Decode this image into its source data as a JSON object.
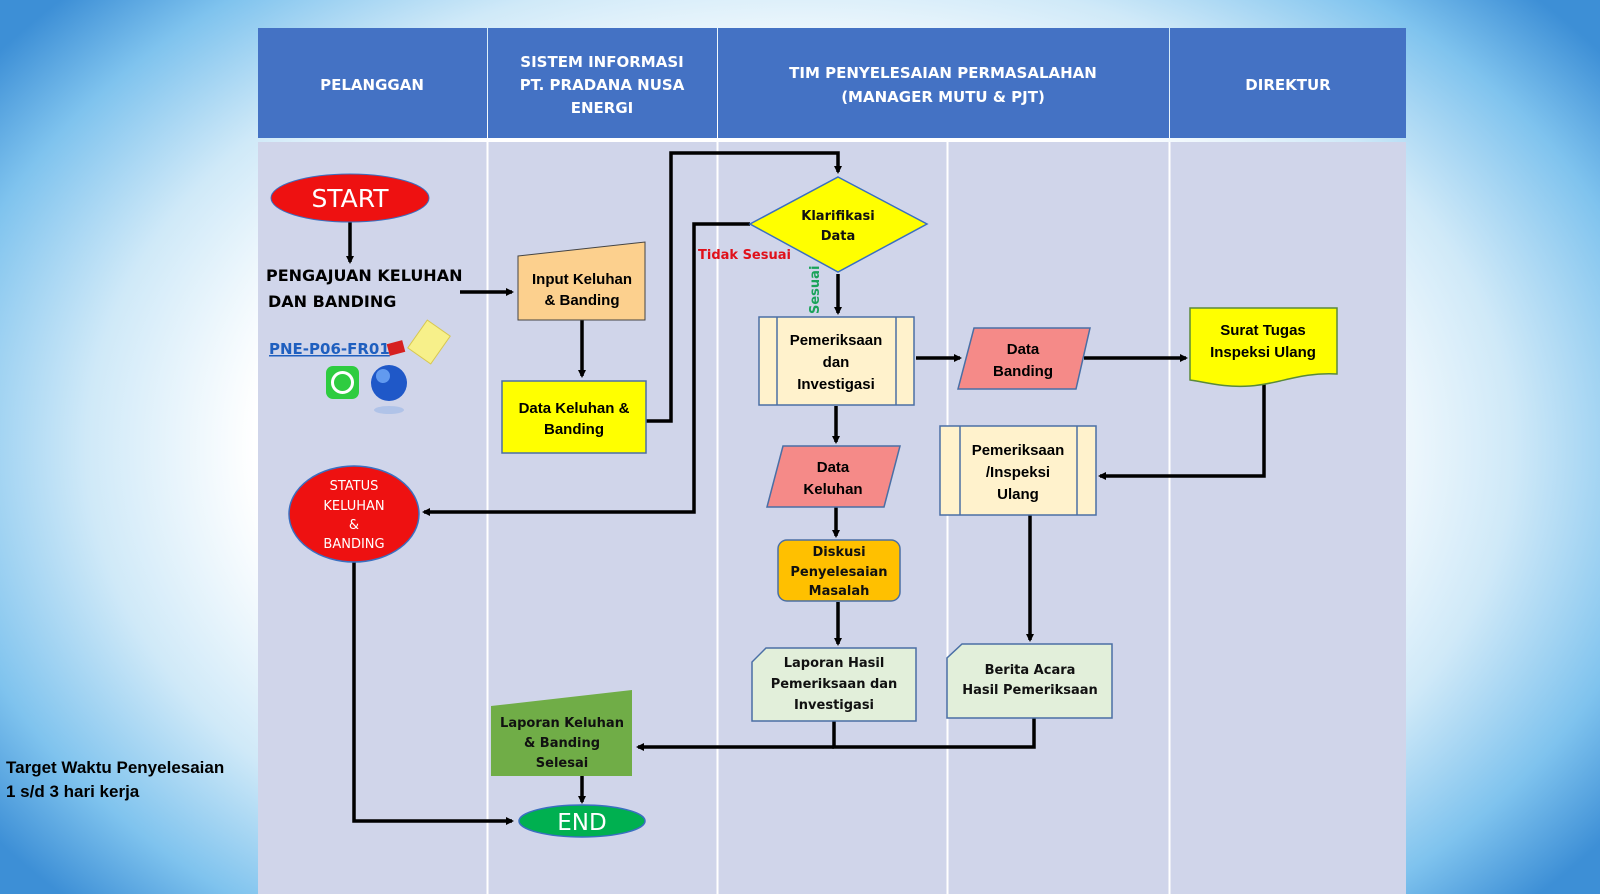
{
  "lanes": [
    {
      "title": [
        "PELANGGAN"
      ]
    },
    {
      "title": [
        "SISTEM INFORMASI",
        "PT. PRADANA NUSA",
        "ENERGI"
      ]
    },
    {
      "title": [
        "TIM PENYELESAIAN PERMASALAHAN",
        "(MANAGER MUTU & PJT)"
      ]
    },
    {
      "title": [
        "DIREKTUR"
      ]
    }
  ],
  "nodes": {
    "start": "START",
    "pengajuan": [
      "PENGAJUAN KELUHAN",
      "DAN BANDING"
    ],
    "form_link": "PNE-P06-FR01",
    "input": [
      "Input Keluhan",
      "& Banding"
    ],
    "data_kb": [
      "Data Keluhan &",
      "Banding"
    ],
    "klarifikasi": [
      "Klarifikasi",
      "Data"
    ],
    "tidak_sesuai": "Tidak Sesuai",
    "sesuai": "Sesuai",
    "pemeriksaan": [
      "Pemeriksaan",
      "dan",
      "Investigasi"
    ],
    "data_banding": [
      "Data",
      "Banding"
    ],
    "surat_tugas": [
      "Surat Tugas",
      "Inspeksi Ulang"
    ],
    "data_keluhan": [
      "Data",
      "Keluhan"
    ],
    "inspeksi_ulang": [
      "Pemeriksaan",
      "/Inspeksi",
      "Ulang"
    ],
    "status": [
      "STATUS",
      "KELUHAN",
      "&",
      "BANDING"
    ],
    "diskusi": [
      "Diskusi",
      "Penyelesaian",
      "Masalah"
    ],
    "laporan_hasil": [
      "Laporan Hasil",
      "Pemeriksaan dan",
      "Investigasi"
    ],
    "berita_acara": [
      "Berita Acara",
      "Hasil Pemeriksaan"
    ],
    "laporan_selesai": [
      "Laporan Keluhan",
      "& Banding",
      "Selesai"
    ],
    "end": "END"
  },
  "target": [
    "Target Waktu Penyelesaian",
    "1 s/d 3 hari kerja"
  ],
  "icons": [
    "whatsapp-icon",
    "globe-icon",
    "document-hand-icon"
  ],
  "colors": {
    "header": "#4472c4",
    "lane": "#d0d5ea",
    "start": "#ee1111",
    "yellow": "#ffff00",
    "orange_input": "#fcd08e",
    "pink": "#f58a88",
    "cream": "#fff2cc",
    "green_doc": "#e2efda",
    "green_end": "#00b050",
    "diskusi": "#ffc000",
    "laporan_selesai": "#70ad47"
  }
}
